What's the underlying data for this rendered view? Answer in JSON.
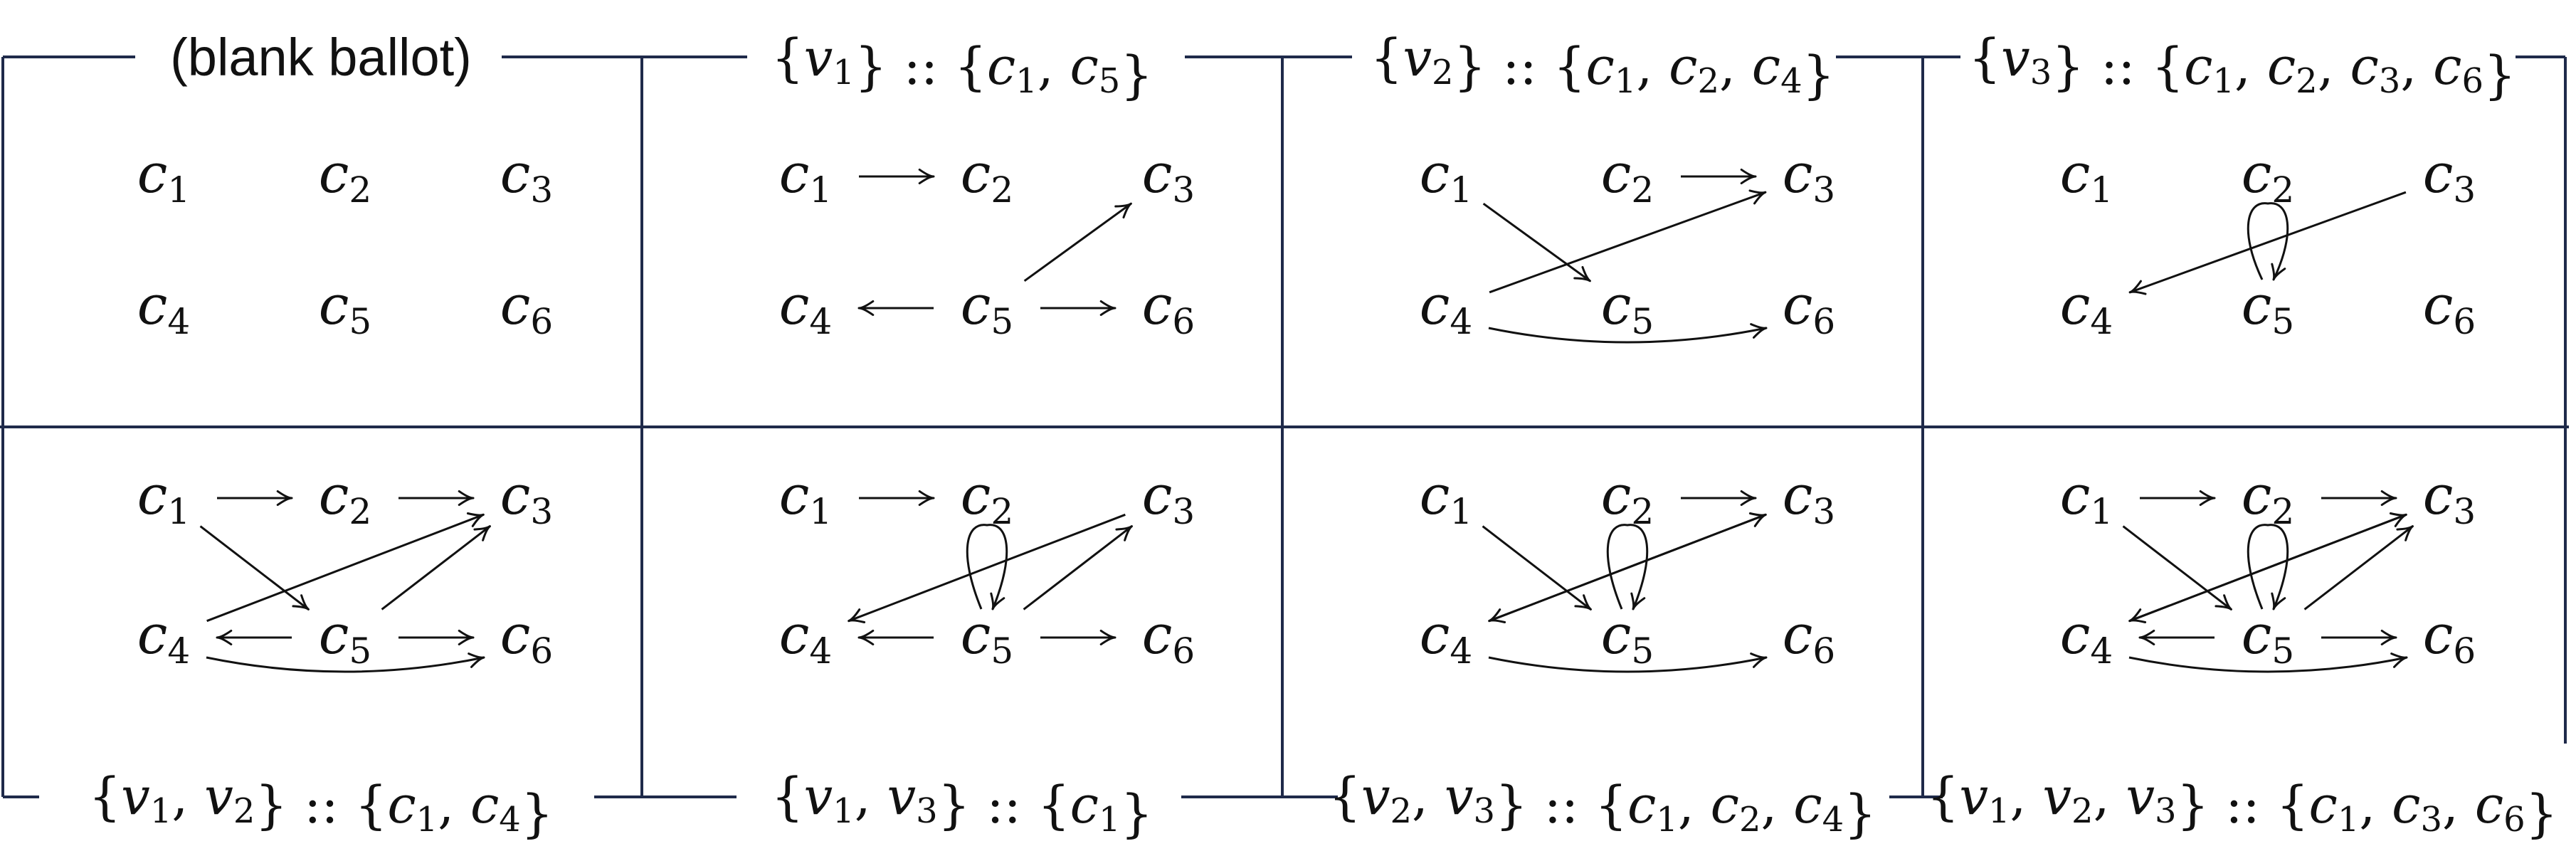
{
  "colors": {
    "frame": "#1f2a4a",
    "ink": "#111111",
    "background": "#ffffff"
  },
  "nodes": [
    "c1",
    "c2",
    "c3",
    "c4",
    "c5",
    "c6"
  ],
  "panels": [
    {
      "id": "p1",
      "title": {
        "plain": "(blank ballot)"
      },
      "edges": []
    },
    {
      "id": "p2",
      "title": {
        "voters": [
          "v1"
        ],
        "candidates": [
          "c1",
          "c5"
        ]
      },
      "edges": [
        [
          "c1",
          "c2"
        ],
        [
          "c5",
          "c3"
        ],
        [
          "c5",
          "c4"
        ],
        [
          "c5",
          "c6"
        ]
      ]
    },
    {
      "id": "p3",
      "title": {
        "voters": [
          "v2"
        ],
        "candidates": [
          "c1",
          "c2",
          "c4"
        ]
      },
      "edges": [
        [
          "c1",
          "c5"
        ],
        [
          "c2",
          "c3"
        ],
        [
          "c4",
          "c3"
        ],
        [
          "c4",
          "c6",
          "curve"
        ]
      ]
    },
    {
      "id": "p4",
      "title": {
        "voters": [
          "v3"
        ],
        "candidates": [
          "c1",
          "c2",
          "c3",
          "c6"
        ]
      },
      "edges": [
        [
          "c3",
          "c4"
        ],
        [
          "c2",
          "c5",
          "loop"
        ]
      ]
    },
    {
      "id": "p5",
      "title": {
        "voters": [
          "v1",
          "v2"
        ],
        "candidates": [
          "c1",
          "c4"
        ]
      },
      "edges": [
        [
          "c1",
          "c2"
        ],
        [
          "c2",
          "c3"
        ],
        [
          "c1",
          "c5"
        ],
        [
          "c4",
          "c3"
        ],
        [
          "c5",
          "c3"
        ],
        [
          "c5",
          "c4"
        ],
        [
          "c5",
          "c6"
        ],
        [
          "c4",
          "c6",
          "curve"
        ]
      ]
    },
    {
      "id": "p6",
      "title": {
        "voters": [
          "v1",
          "v3"
        ],
        "candidates": [
          "c1"
        ]
      },
      "edges": [
        [
          "c1",
          "c2"
        ],
        [
          "c3",
          "c4"
        ],
        [
          "c2",
          "c5",
          "loop"
        ],
        [
          "c5",
          "c3"
        ],
        [
          "c5",
          "c4"
        ],
        [
          "c5",
          "c6"
        ]
      ]
    },
    {
      "id": "p7",
      "title": {
        "voters": [
          "v2",
          "v3"
        ],
        "candidates": [
          "c1",
          "c2",
          "c4"
        ]
      },
      "edges": [
        [
          "c2",
          "c3"
        ],
        [
          "c1",
          "c5"
        ],
        [
          "c4",
          "c3"
        ],
        [
          "c3",
          "c4"
        ],
        [
          "c2",
          "c5",
          "loop"
        ],
        [
          "c4",
          "c6",
          "curve"
        ]
      ]
    },
    {
      "id": "p8",
      "title": {
        "voters": [
          "v1",
          "v2",
          "v3"
        ],
        "candidates": [
          "c1",
          "c3",
          "c6"
        ]
      },
      "edges": [
        [
          "c1",
          "c2"
        ],
        [
          "c2",
          "c3"
        ],
        [
          "c1",
          "c5"
        ],
        [
          "c4",
          "c3"
        ],
        [
          "c3",
          "c4"
        ],
        [
          "c2",
          "c5",
          "loop"
        ],
        [
          "c5",
          "c3"
        ],
        [
          "c5",
          "c4"
        ],
        [
          "c5",
          "c6"
        ],
        [
          "c4",
          "c6",
          "curve"
        ]
      ]
    }
  ]
}
